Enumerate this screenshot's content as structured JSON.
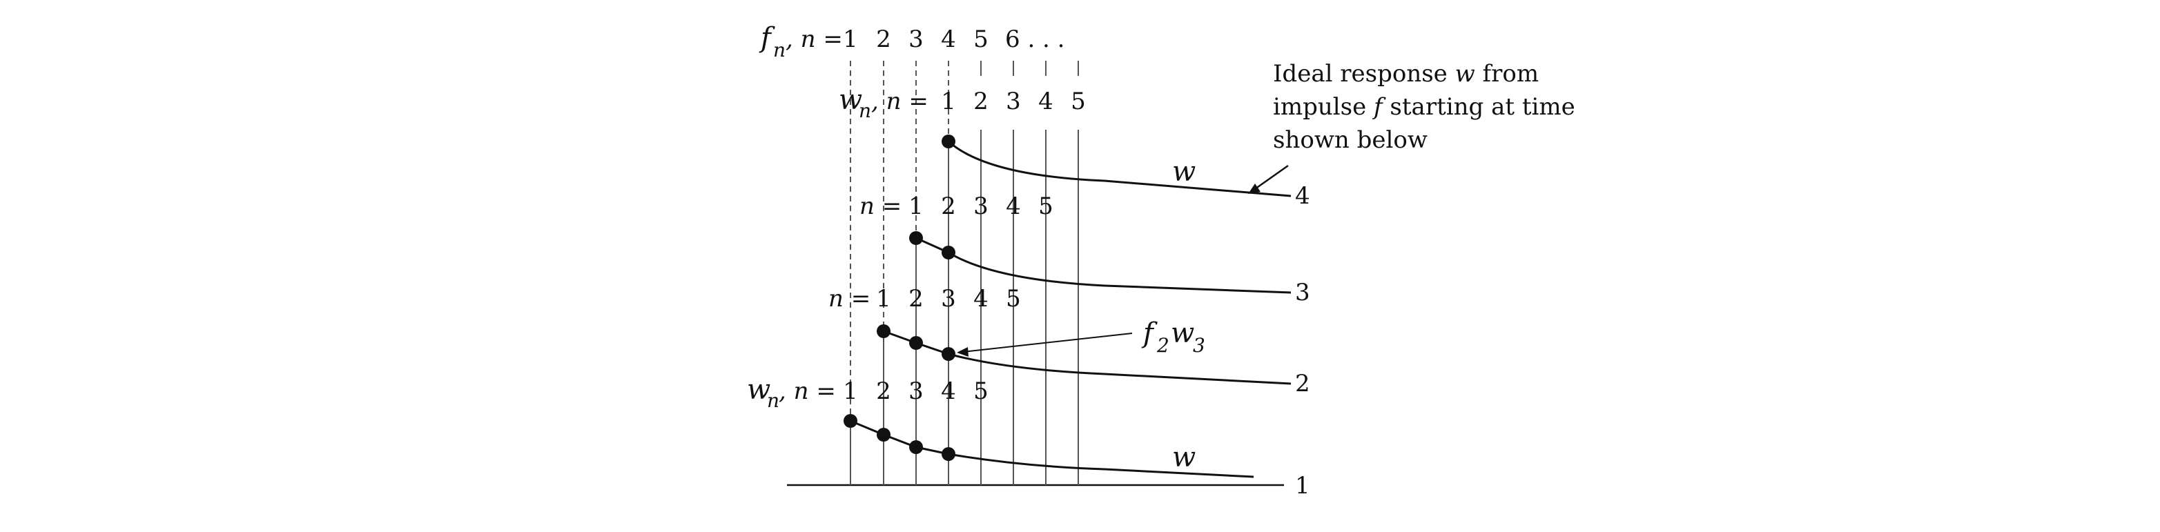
{
  "header": {
    "f_symbol": "f",
    "f_sub": "n",
    "f_eq": ", n = ",
    "f_numbers": [
      "1",
      "2",
      "3",
      "4",
      "5",
      "6 . . ."
    ],
    "w_symbol": "w",
    "w_sub": "n",
    "w_eq": ", n = ",
    "w_numbers_row4": [
      "1",
      "2",
      "3",
      "4",
      "5"
    ]
  },
  "rows": {
    "row3_prefix": "n = ",
    "row3_numbers": [
      "1",
      "2",
      "3",
      "4",
      "5"
    ],
    "row2_prefix": "n = ",
    "row2_numbers": [
      "1",
      "2",
      "3",
      "4",
      "5"
    ],
    "row1_w": "w",
    "row1_sub": "n",
    "row1_eq": ", n = ",
    "row1_numbers": [
      "1",
      "2",
      "3",
      "4",
      "5"
    ]
  },
  "curve_labels": {
    "w_top": "w",
    "w_bottom": "w",
    "right_labels": [
      "4",
      "3",
      "2",
      "1"
    ]
  },
  "annotation": {
    "line1": "Ideal response w from",
    "line1_plain": "Ideal response ",
    "line1_italic": "w",
    "line1_rest": " from",
    "line2_plain": "impulse ",
    "line2_italic": "f",
    "line2_rest": " starting at time",
    "line3": "shown below"
  },
  "product_label": {
    "f": "f",
    "f_sub": "2",
    "w": "w",
    "w_sub": "3"
  },
  "colors": {
    "ink": "#111111",
    "grid": "#555555",
    "background": "#ffffff"
  }
}
